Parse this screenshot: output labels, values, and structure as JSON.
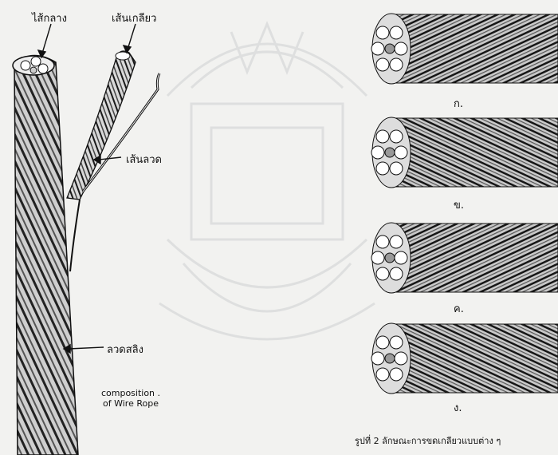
{
  "left_figure": {
    "labels": {
      "core": "ไส้กลาง",
      "strand": "เส้นเกลียว",
      "wire": "เส้นลวด",
      "steel_wire": "ลวดสลิง"
    },
    "caption_line1": "composition .",
    "caption_line2": "of Wire Rope"
  },
  "right_figure": {
    "panels": [
      {
        "label": "ก."
      },
      {
        "label": "ข."
      },
      {
        "label": "ค."
      },
      {
        "label": "ง."
      }
    ],
    "caption": "รูปที่ 2 ลักษณะการขดเกลียวแบบต่าง ๆ"
  },
  "colors": {
    "ink": "#111111",
    "paper": "#f2f2f0",
    "watermark": "#9aa0a6"
  }
}
